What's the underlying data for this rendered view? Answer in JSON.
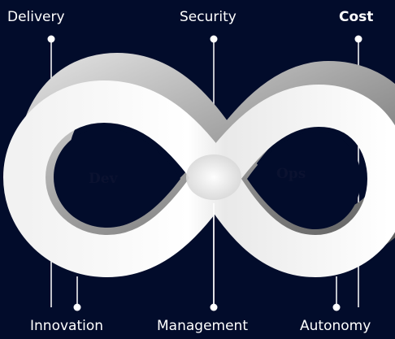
{
  "top_labels": {
    "delivery": "Delivery",
    "security": "Security",
    "cost": "Cost"
  },
  "bottom_labels": {
    "innovation": "Innovation",
    "management": "Management",
    "autonomy": "Autonomy"
  },
  "loops": {
    "left": "Dev",
    "right": "Ops"
  },
  "colors": {
    "background": "#020c2b",
    "line": "#ffffff",
    "ribbon_light": "#ffffff",
    "ribbon_shadow": "#8a8a8a"
  }
}
